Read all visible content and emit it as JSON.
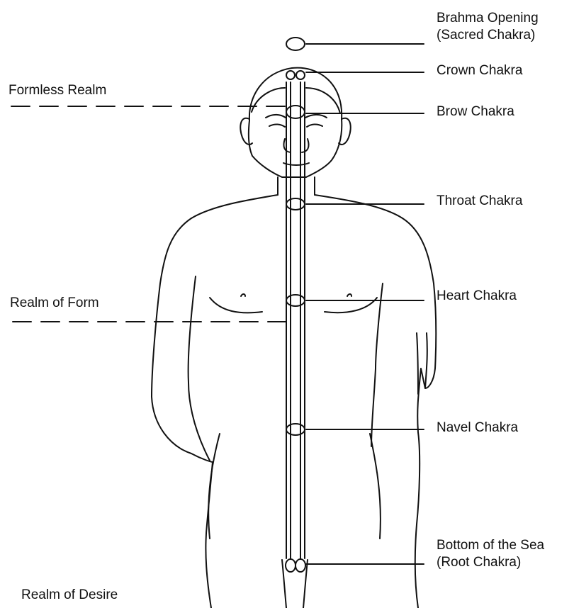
{
  "chakras": {
    "brahma_opening": {
      "line1": "Brahma Opening",
      "line2": "(Sacred Chakra)"
    },
    "crown": "Crown Chakra",
    "brow": "Brow Chakra",
    "throat": "Throat Chakra",
    "heart": "Heart Chakra",
    "navel": "Navel Chakra",
    "bottom_of_the_sea": {
      "line1": "Bottom of the Sea",
      "line2": "(Root Chakra)"
    }
  },
  "realms": {
    "formless": "Formless Realm",
    "form": "Realm of Form",
    "desire": "Realm of Desire"
  },
  "colors": {
    "ink": "#111111",
    "background": "#ffffff"
  }
}
